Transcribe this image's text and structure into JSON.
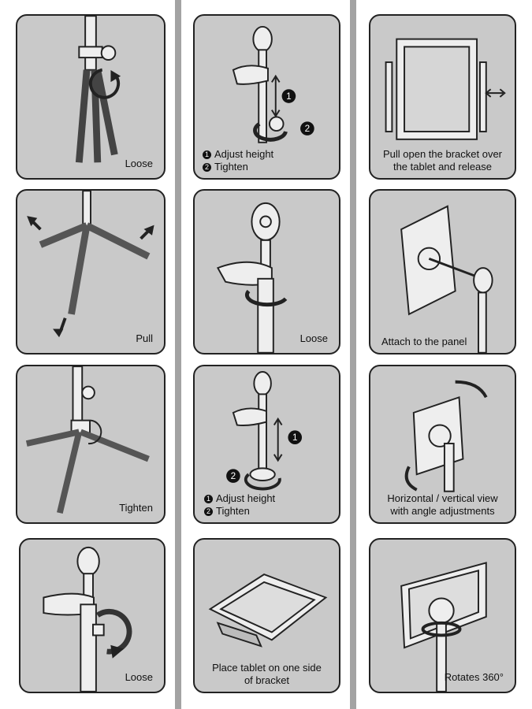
{
  "colors": {
    "panel": "#c9c9c9",
    "border": "#222222",
    "divider": "#a3a3a3"
  },
  "columns": [
    {
      "panels": [
        {
          "caption": "Loose"
        },
        {
          "caption": "Pull"
        },
        {
          "caption": "Tighten"
        },
        {
          "caption": "Loose"
        }
      ]
    },
    {
      "panels": [
        {
          "steps": [
            {
              "num": "1",
              "text": "Adjust height"
            },
            {
              "num": "2",
              "text": "Tighten"
            }
          ],
          "markers": [
            "1",
            "2"
          ]
        },
        {
          "caption": "Loose"
        },
        {
          "steps": [
            {
              "num": "1",
              "text": "Adjust height"
            },
            {
              "num": "2",
              "text": "Tighten"
            }
          ],
          "markers": [
            "1",
            "2"
          ]
        },
        {
          "caption_lines": [
            "Place tablet on one side",
            "of bracket"
          ]
        }
      ]
    },
    {
      "panels": [
        {
          "caption_lines": [
            "Pull open the bracket over",
            "the tablet and release"
          ]
        },
        {
          "caption": "Attach to the panel"
        },
        {
          "caption_lines": [
            "Horizontal / vertical view",
            "with angle adjustments"
          ]
        },
        {
          "caption": "Rotates 360°"
        }
      ]
    }
  ]
}
